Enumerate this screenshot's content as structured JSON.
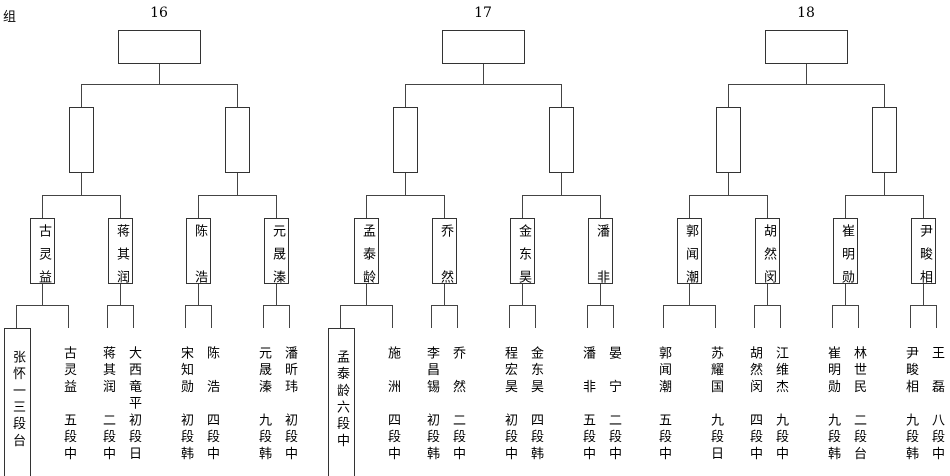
{
  "corner_label": "组",
  "groups": [
    {
      "number": "16",
      "quarters": [
        "古灵益",
        "蒋其润",
        "陈浩",
        "元晟溱"
      ],
      "leaves": [
        {
          "name": "张怀一",
          "rank": "三段台",
          "boxed": true
        },
        {
          "name": "古灵益",
          "rank": "五段中"
        },
        {
          "name": "蒋其润",
          "rank": "二段中"
        },
        {
          "name": "大西竜平",
          "rank": "初段日"
        },
        {
          "name": "宋知勋",
          "rank": "初段韩"
        },
        {
          "name": "陈浩",
          "rank": "四段中"
        },
        {
          "name": "元晟溱",
          "rank": "九段韩"
        },
        {
          "name": "潘昕玮",
          "rank": "初段中"
        }
      ]
    },
    {
      "number": "17",
      "quarters": [
        "孟泰龄",
        "乔然",
        "金东昊",
        "潘非"
      ],
      "leaves": [
        {
          "name": "孟泰龄",
          "rank": "六段中",
          "boxed": true
        },
        {
          "name": "施洲",
          "rank": "四段中"
        },
        {
          "name": "李昌锡",
          "rank": "初段韩"
        },
        {
          "name": "乔然",
          "rank": "二段中"
        },
        {
          "name": "程宏昊",
          "rank": "初段中"
        },
        {
          "name": "金东昊",
          "rank": "四段韩"
        },
        {
          "name": "潘非",
          "rank": "五段中"
        },
        {
          "name": "晏宁",
          "rank": "二段中"
        }
      ]
    },
    {
      "number": "18",
      "quarters": [
        "郭闻潮",
        "胡然闵",
        "崔明勋",
        "尹畯相"
      ],
      "leaves": [
        {
          "name": "郭闻潮",
          "rank": "五段中"
        },
        {
          "name": "苏耀国",
          "rank": "九段日"
        },
        {
          "name": "胡然闵",
          "rank": "四段中"
        },
        {
          "name": "江维杰",
          "rank": "九段中"
        },
        {
          "name": "崔明勋",
          "rank": "九段韩"
        },
        {
          "name": "林世民",
          "rank": "二段台"
        },
        {
          "name": "尹畯相",
          "rank": "九段韩"
        },
        {
          "name": "王磊",
          "rank": "八段中"
        }
      ]
    }
  ]
}
